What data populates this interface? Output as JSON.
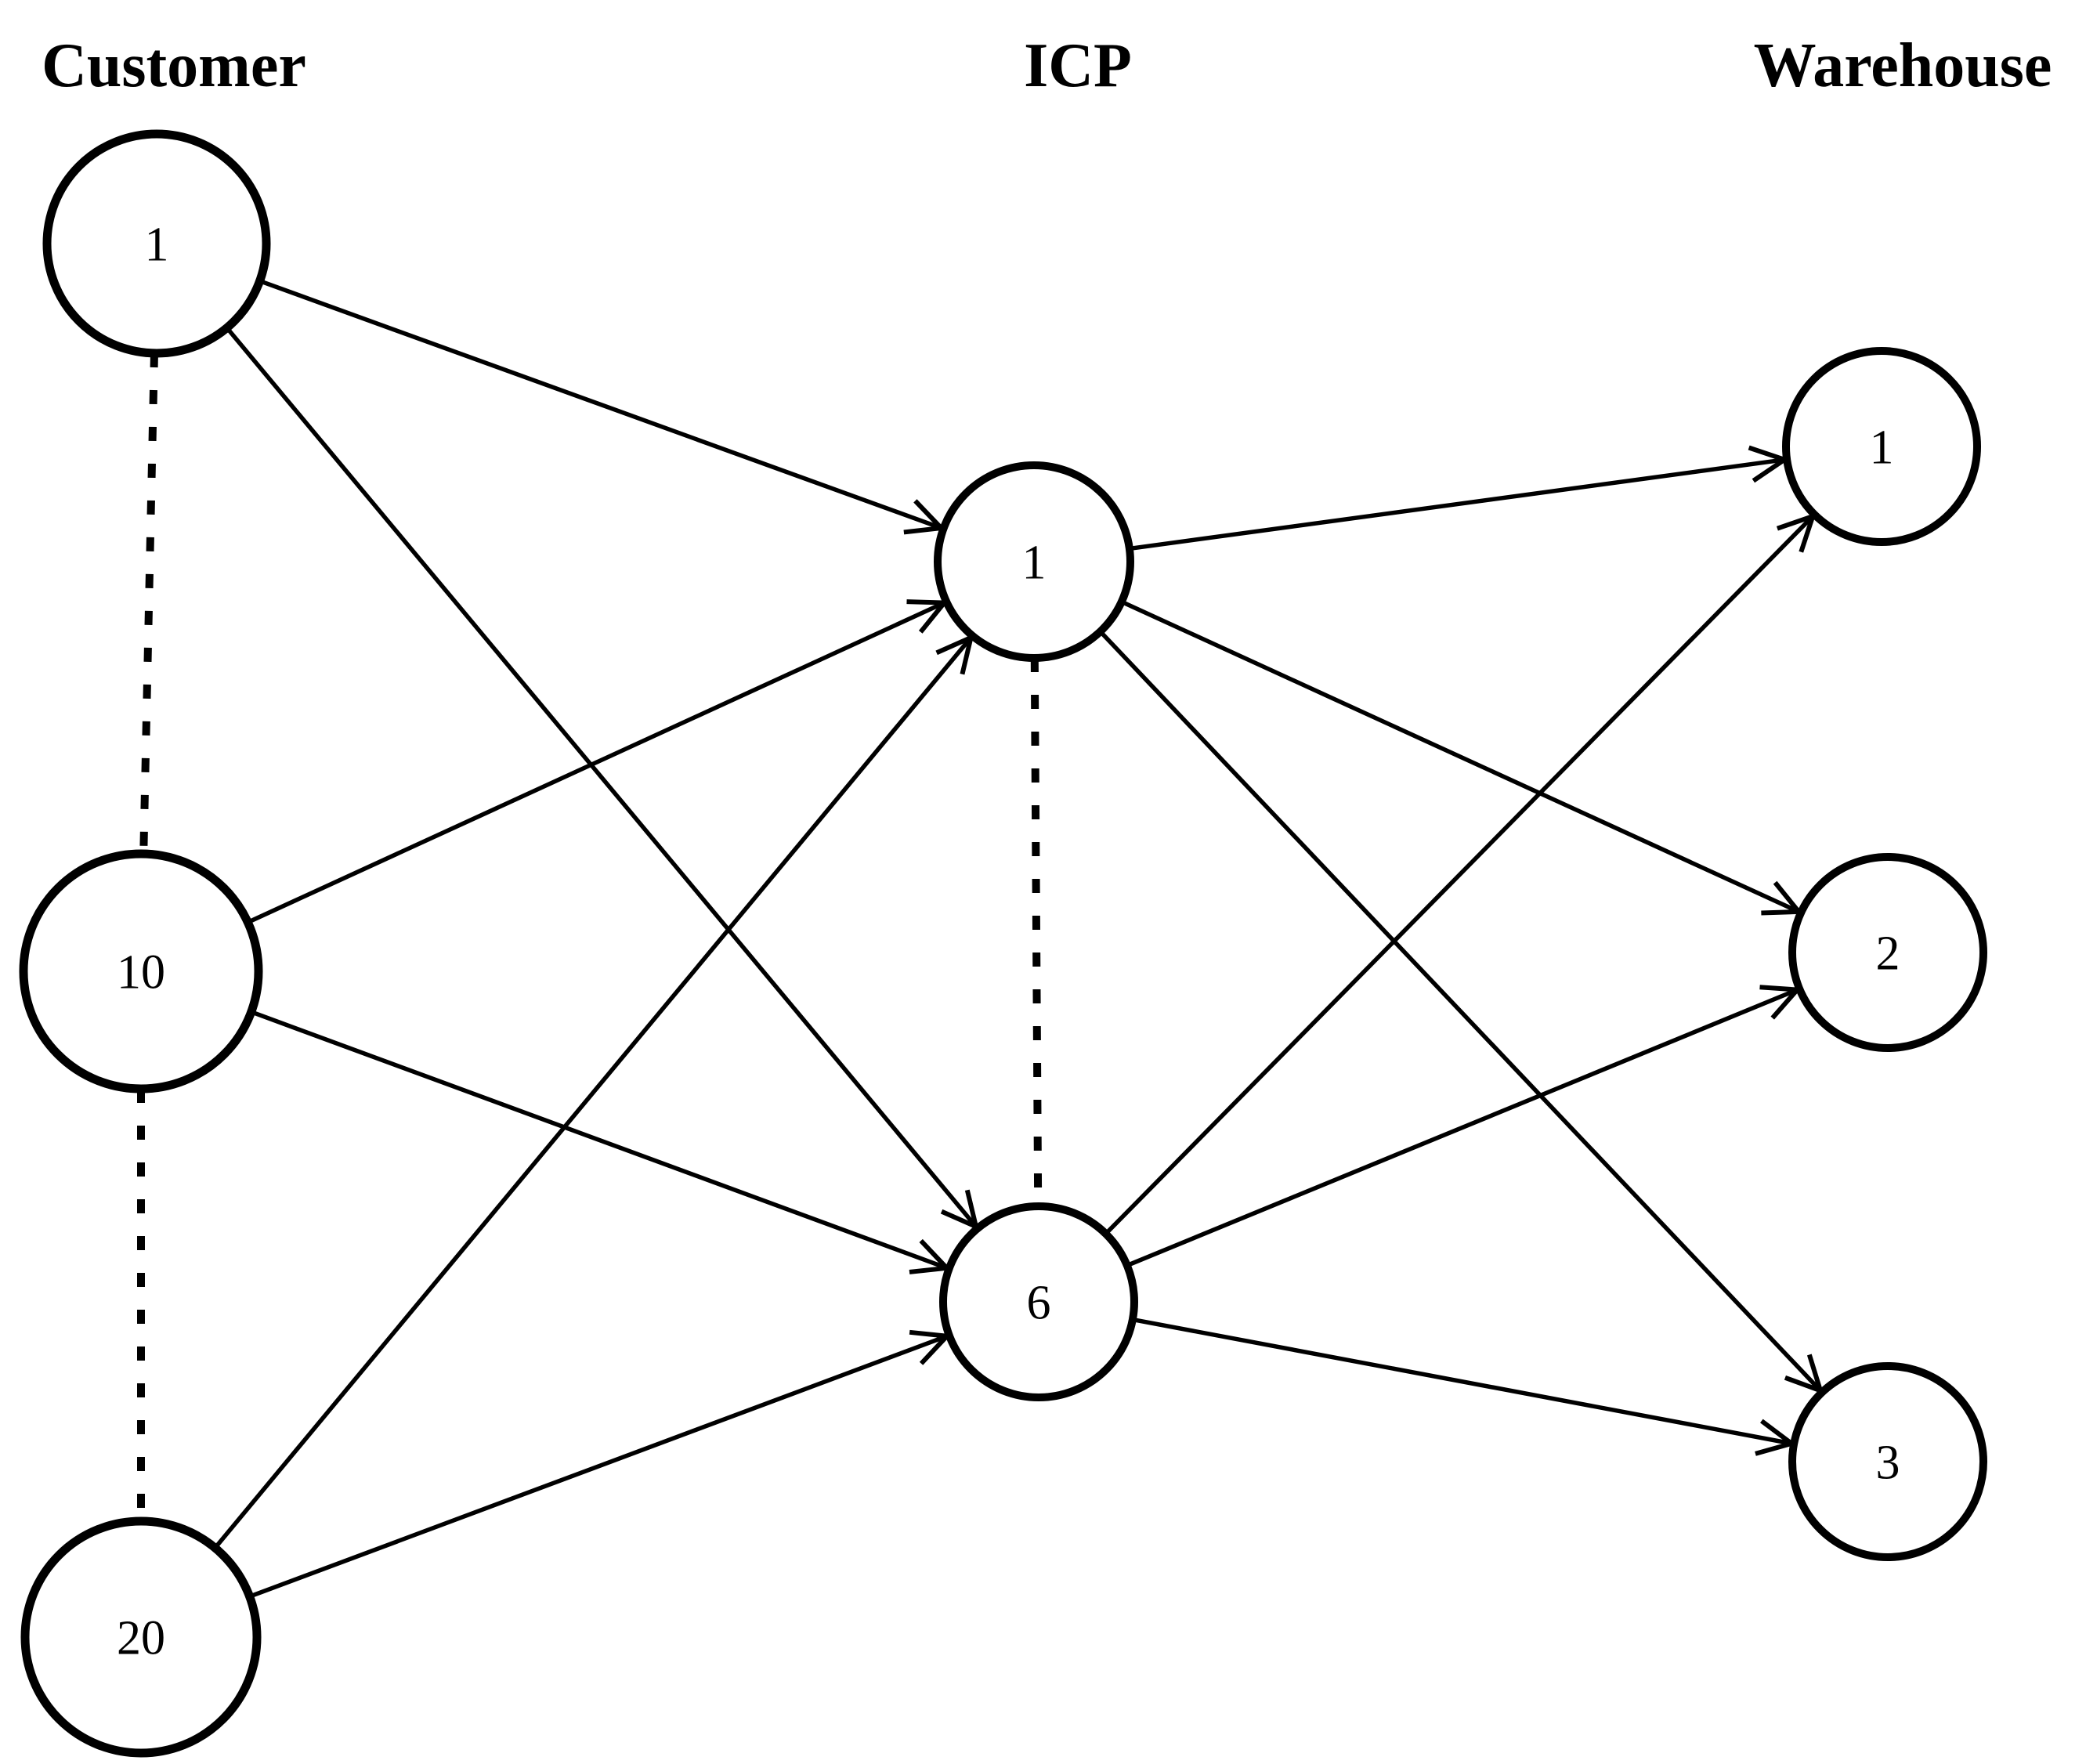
{
  "figure": {
    "background": "#ffffff",
    "line_color": "#000000",
    "node_fill": "#ffffff",
    "columns": [
      {
        "id": "customer",
        "label": "Customer"
      },
      {
        "id": "icp",
        "label": "ICP"
      },
      {
        "id": "warehouse",
        "label": "Warehouse"
      }
    ],
    "nodes": [
      {
        "id": "customer-1",
        "column": "customer",
        "label": "1"
      },
      {
        "id": "customer-10",
        "column": "customer",
        "label": "10"
      },
      {
        "id": "customer-20",
        "column": "customer",
        "label": "20"
      },
      {
        "id": "icp-1",
        "column": "icp",
        "label": "1"
      },
      {
        "id": "icp-6",
        "column": "icp",
        "label": "6"
      },
      {
        "id": "warehouse-1",
        "column": "warehouse",
        "label": "1"
      },
      {
        "id": "warehouse-2",
        "column": "warehouse",
        "label": "2"
      },
      {
        "id": "warehouse-3",
        "column": "warehouse",
        "label": "3"
      }
    ],
    "edges": [
      {
        "from": "customer-1",
        "to": "icp-1",
        "type": "arrow"
      },
      {
        "from": "customer-1",
        "to": "icp-6",
        "type": "arrow"
      },
      {
        "from": "customer-10",
        "to": "icp-1",
        "type": "arrow"
      },
      {
        "from": "customer-10",
        "to": "icp-6",
        "type": "arrow"
      },
      {
        "from": "customer-20",
        "to": "icp-1",
        "type": "arrow"
      },
      {
        "from": "customer-20",
        "to": "icp-6",
        "type": "arrow"
      },
      {
        "from": "icp-1",
        "to": "warehouse-1",
        "type": "arrow"
      },
      {
        "from": "icp-1",
        "to": "warehouse-2",
        "type": "arrow"
      },
      {
        "from": "icp-1",
        "to": "warehouse-3",
        "type": "arrow"
      },
      {
        "from": "icp-6",
        "to": "warehouse-1",
        "type": "arrow"
      },
      {
        "from": "icp-6",
        "to": "warehouse-2",
        "type": "arrow"
      },
      {
        "from": "icp-6",
        "to": "warehouse-3",
        "type": "arrow"
      },
      {
        "from": "customer-1",
        "to": "customer-10",
        "type": "dashed"
      },
      {
        "from": "customer-10",
        "to": "customer-20",
        "type": "dashed"
      },
      {
        "from": "icp-1",
        "to": "icp-6",
        "type": "dashed"
      }
    ]
  }
}
